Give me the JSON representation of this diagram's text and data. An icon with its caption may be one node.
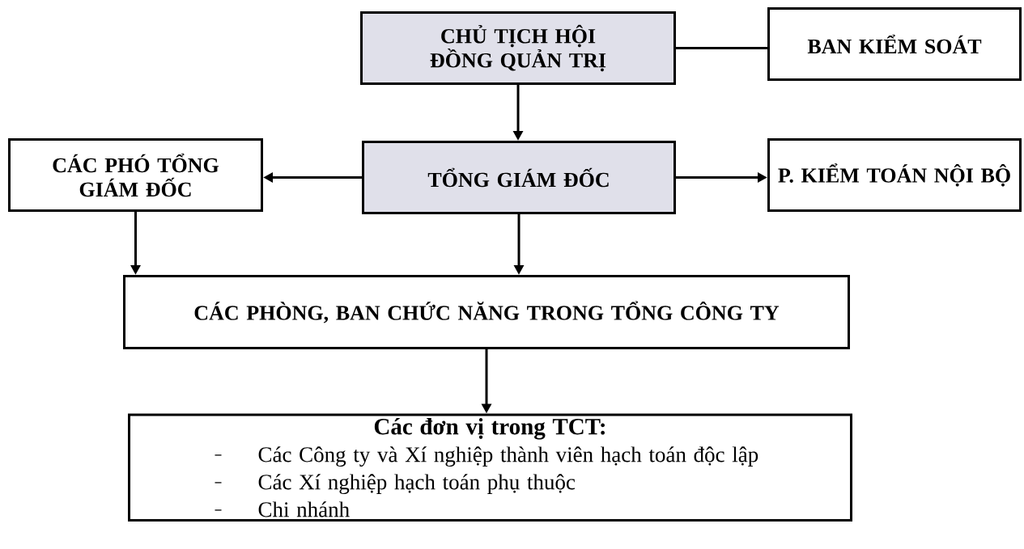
{
  "diagram": {
    "nodes": [
      {
        "text": [
          "CHỦ TỊCH HỘI ĐỒNG QUẢN TRỊ"
        ]
      },
      {
        "text": [
          "BAN KIỂM SOÁT"
        ]
      },
      {
        "text": [
          "CÁC PHÓ TỔNG GIÁM ĐỐC"
        ]
      },
      {
        "text": [
          "TỔNG GIÁM ĐỐC"
        ]
      },
      {
        "text": [
          "P. KIỂM TOÁN NỘI BỘ"
        ]
      },
      {
        "text": [
          "CÁC PHÒNG, BAN CHỨC NĂNG TRONG TỔNG CÔNG TY"
        ]
      },
      {
        "text": [
          "Các đơn vị trong TCT:",
          "Các Công ty và Xí nghiệp thành viên hạch toán độc lập",
          "Các Xí nghiệp hạch toán phụ thuộc",
          "Chi nhánh"
        ]
      }
    ],
    "edges": [
      {
        "from": 0,
        "to": 1,
        "arrow": "none"
      },
      {
        "from": 0,
        "to": 3,
        "arrow": "to"
      },
      {
        "from": 3,
        "to": 2,
        "arrow": "to"
      },
      {
        "from": 3,
        "to": 4,
        "arrow": "to"
      },
      {
        "from": 2,
        "to": 5,
        "arrow": "to"
      },
      {
        "from": 3,
        "to": 5,
        "arrow": "to"
      },
      {
        "from": 5,
        "to": 6,
        "arrow": "to"
      }
    ]
  }
}
